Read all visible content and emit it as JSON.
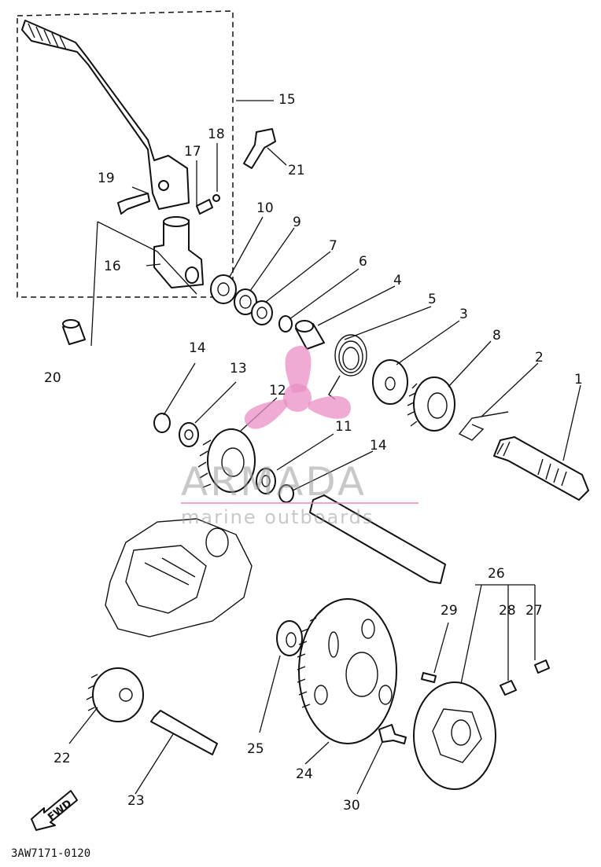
{
  "diagram": {
    "part_callouts": [
      "1",
      "2",
      "3",
      "4",
      "5",
      "6",
      "7",
      "8",
      "9",
      "10",
      "11",
      "12",
      "13",
      "14",
      "14",
      "15",
      "16",
      "17",
      "18",
      "19",
      "20",
      "21",
      "22",
      "23",
      "24",
      "25",
      "26",
      "27",
      "28",
      "29",
      "30"
    ],
    "drawing_code": "3AW7171-0120",
    "direction_label": "FWD"
  },
  "watermark": {
    "brand": "ARMADA",
    "tagline": "marine outboards",
    "accent_color": "#e98fc4",
    "line_color": "#e98fc4"
  }
}
